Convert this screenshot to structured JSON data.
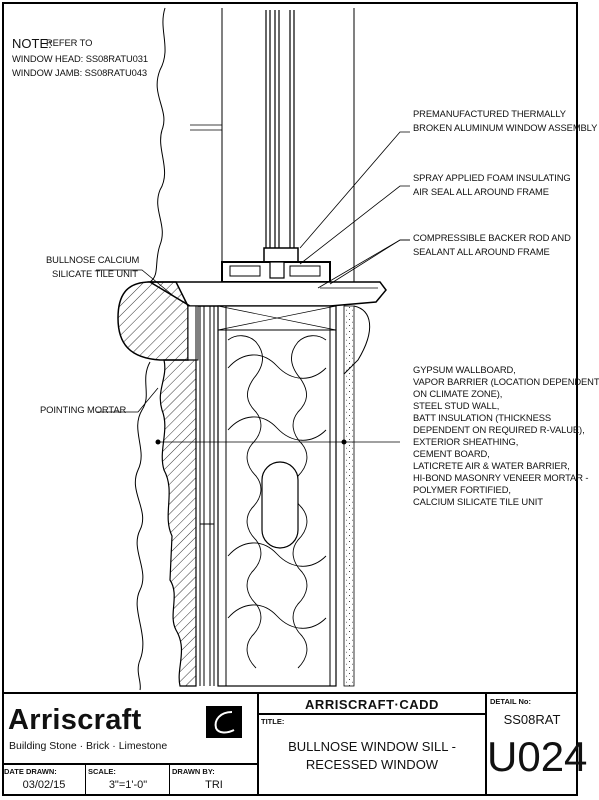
{
  "note": {
    "title": "NOTE:",
    "lines": [
      "REFER TO",
      "WINDOW HEAD: SS08RATU031",
      "WINDOW JAMB: SS08RATU043"
    ]
  },
  "callouts": {
    "window_assembly": [
      "PREMANUFACTURED THERMALLY",
      "BROKEN ALUMINUM WINDOW ASSEMBLY"
    ],
    "spray_foam": [
      "SPRAY APPLIED FOAM INSULATING",
      "AIR SEAL ALL AROUND FRAME"
    ],
    "backer_rod": [
      "COMPRESSIBLE BACKER ROD AND",
      "SEALANT ALL AROUND FRAME"
    ],
    "bullnose": [
      "BULLNOSE CALCIUM",
      "SILICATE TILE UNIT"
    ],
    "pointing_mortar": "POINTING MORTAR",
    "wall_assembly": [
      "GYPSUM WALLBOARD,",
      "VAPOR BARRIER (LOCATION DEPENDENT",
      "ON CLIMATE ZONE),",
      "STEEL STUD WALL,",
      "BATT INSULATION (THICKNESS",
      "DEPENDENT ON REQUIRED R-VALUE),",
      "EXTERIOR SHEATHING,",
      "CEMENT BOARD,",
      "LATICRETE AIR & WATER BARRIER,",
      "HI-BOND MASONRY VENEER MORTAR -",
      "POLYMER FORTIFIED,",
      "CALCIUM SILICATE TILE UNIT"
    ]
  },
  "title_block": {
    "logo_text": "Arriscraft",
    "tagline": "Building Stone · Brick · Limestone",
    "cadd": "ARRISCRAFT·CADD",
    "title_label": "TITLE:",
    "title_lines": [
      "BULLNOSE WINDOW SILL -",
      "RECESSED WINDOW"
    ],
    "detail_label": "DETAIL No:",
    "detail_code": "SS08RAT",
    "detail_number": "U024",
    "date_label": "DATE DRAWN:",
    "date_value": "03/02/15",
    "scale_label": "SCALE:",
    "scale_value": "3\"=1'-0\"",
    "drawn_label": "DRAWN BY:",
    "drawn_value": "TRI"
  }
}
